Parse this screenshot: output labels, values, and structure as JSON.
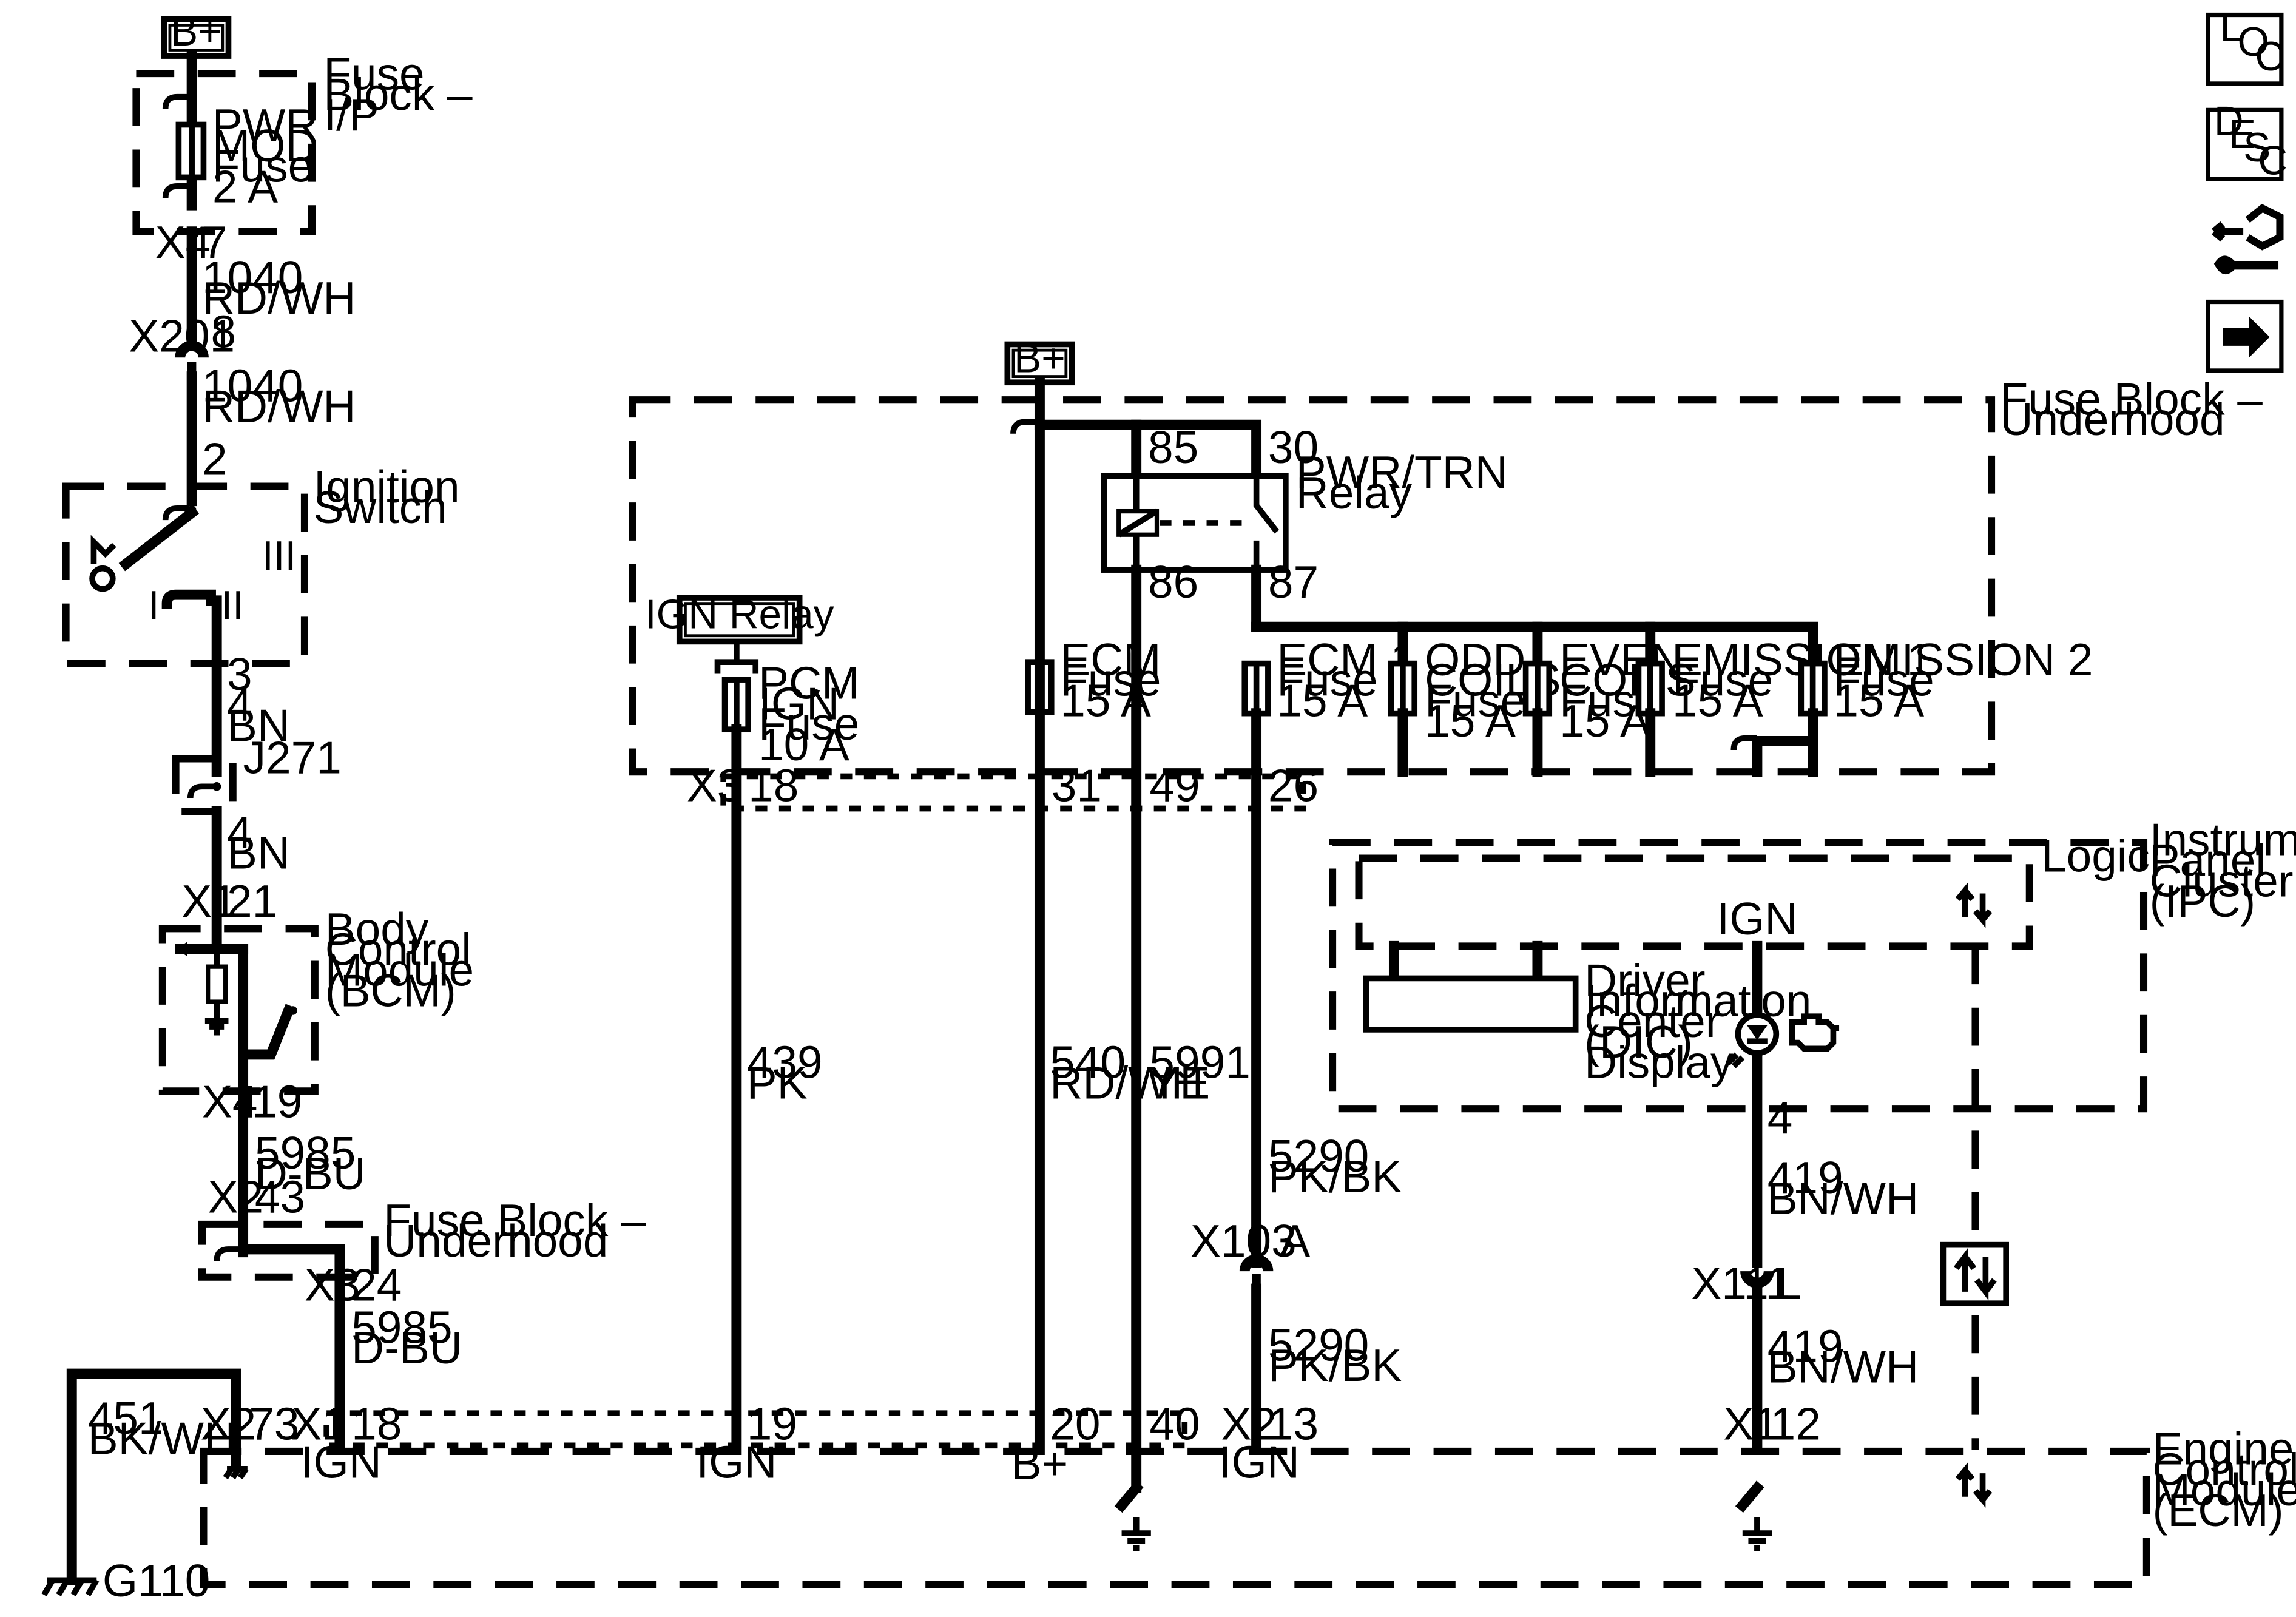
{
  "bplus": "B+",
  "left": {
    "fuse_block_ip": [
      "Fuse",
      "Block –",
      "I/P"
    ],
    "pwr_mod_fuse": [
      "PWR",
      "MOD",
      "Fuse",
      "2 A"
    ],
    "x4": "X4",
    "pin7": "7",
    "w1040a": [
      "1040",
      "RD/WH"
    ],
    "x201": "X201",
    "pin8": "8",
    "w1040b": [
      "1040",
      "RD/WH"
    ],
    "pin2": "2",
    "ignition_switch": [
      "Ignition",
      "Switch"
    ],
    "pos_i": "I",
    "pos_ii": "II",
    "pos_iii": "III",
    "pin3": "3",
    "w4a": [
      "4",
      "BN"
    ],
    "j271": "J271",
    "w4b": [
      "4",
      "BN"
    ],
    "x1": "X1",
    "pin21": "21",
    "bcm": [
      "Body",
      "Control",
      "Module",
      "(BCM)"
    ],
    "x4b": "X4",
    "pin19": "19",
    "w5985a": [
      "5985",
      "D-BU"
    ],
    "x2": "X2",
    "pin43": "43",
    "fuse_block_uh": [
      "Fuse Block –",
      "Underhood"
    ],
    "x3": "X3",
    "pin24": "24",
    "w5985b": [
      "5985",
      "D-BU"
    ],
    "w451": [
      "451",
      "BK/WH"
    ],
    "g110": "G110"
  },
  "underhood": {
    "title": [
      "Fuse Block –",
      "Underhood"
    ],
    "ign_relay": "IGN Relay",
    "pcm_fuse": [
      "PCM",
      "IGN",
      "Fuse",
      "10 A"
    ],
    "ecm_fuse": [
      "ECM",
      "Fuse",
      "15 A"
    ],
    "relay_name": [
      "PWR/TRN",
      "Relay"
    ],
    "p85": "85",
    "p30": "30",
    "p86": "86",
    "p87": "87",
    "ecm1_fuse": [
      "ECM 1",
      "Fuse",
      "15 A"
    ],
    "odd_fuse": [
      "ODD",
      "COILS",
      "Fuse",
      "15 A"
    ],
    "even_fuse": [
      "EVEN",
      "COILS",
      "Fuse",
      "15 A"
    ],
    "em1_fuse": [
      "EMISSION 1",
      "Fuse",
      "15 A"
    ],
    "em2_fuse": [
      "EMISSION 2",
      "Fuse",
      "15 A"
    ],
    "x3": "X3",
    "p18": "18",
    "p31": "31",
    "p49": "49",
    "p26": "26"
  },
  "wires": {
    "w439": [
      "439",
      "PK"
    ],
    "w540": [
      "540",
      "RD/WH"
    ],
    "w5991": [
      "5991",
      "YE"
    ],
    "w5290a": [
      "5290",
      "PK/BK"
    ],
    "x103": "X103",
    "pinA": "A",
    "w5290b": [
      "5290",
      "PK/BK"
    ],
    "w419a": [
      "419",
      "BN/WH"
    ],
    "x111": "X111",
    "pinL": "L",
    "w419b": [
      "419",
      "BN/WH"
    ],
    "pin4": "4"
  },
  "ipc": {
    "title": [
      "Instrument",
      "Panel",
      "Cluster",
      "(IPC)"
    ],
    "logic": "Logic",
    "ign": "IGN",
    "dic": [
      "Driver",
      "Information",
      "Center",
      "(DIC)",
      "Display"
    ]
  },
  "ecm": {
    "title": [
      "Engine",
      "Control",
      "Module",
      "(ECM)"
    ],
    "x2": "X2",
    "p73": "73",
    "x1": "X1",
    "p18": "18",
    "p19": "19",
    "p20": "20",
    "p40": "40",
    "x2b": "X2",
    "p13": "13",
    "x1b": "X1",
    "p12": "12",
    "ign1": "IGN",
    "ign2": "IGN",
    "bplus": "B+",
    "ign3": "IGN"
  },
  "nav": {
    "loc": [
      "L",
      "O",
      "C"
    ],
    "desc": [
      "D",
      "E",
      "S",
      "C"
    ]
  }
}
